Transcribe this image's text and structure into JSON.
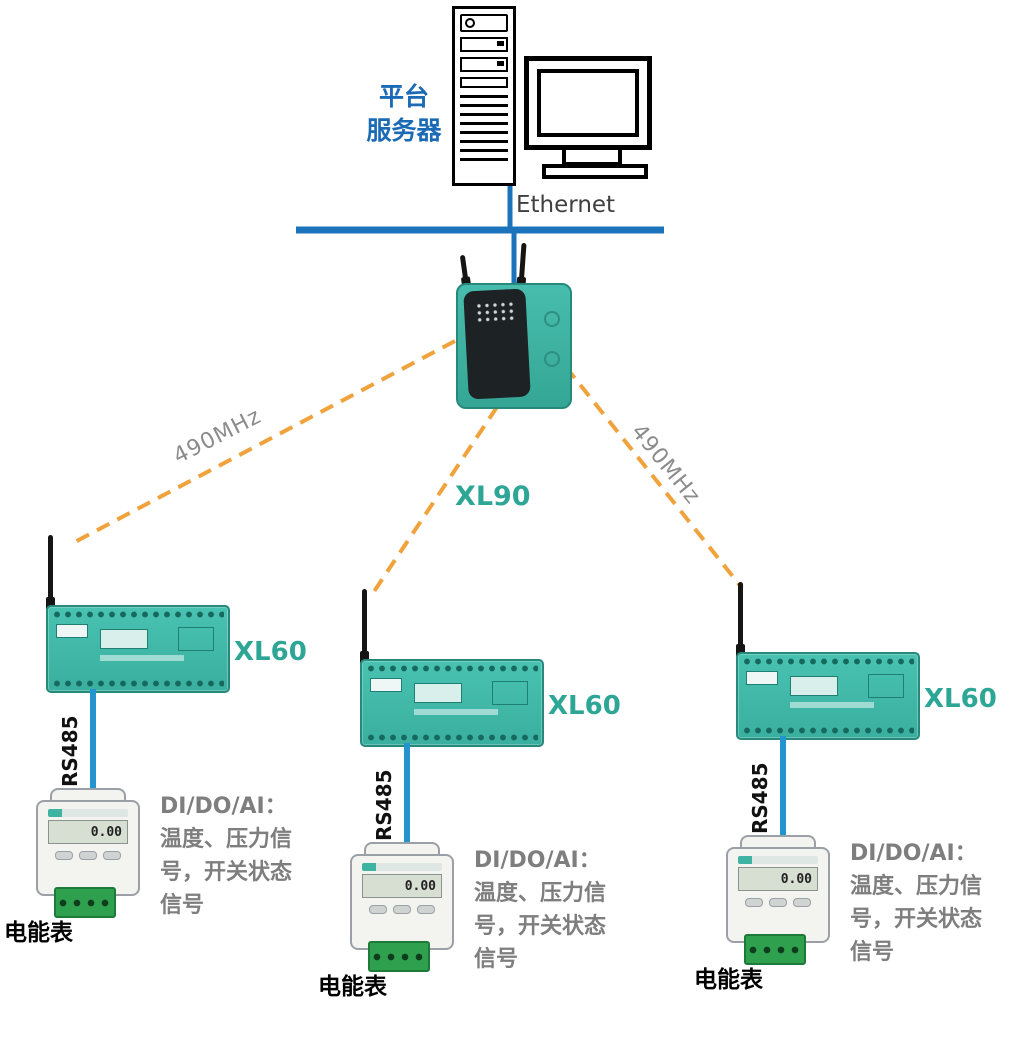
{
  "server": {
    "label": "平台\n服务器"
  },
  "network": {
    "ethernet_label": "Ethernet"
  },
  "gateway": {
    "model": "XL90"
  },
  "wireless": {
    "left_label": "490MHz",
    "right_label": "490MHz"
  },
  "colors": {
    "ethernet_blue": "#1b74bb",
    "rs485_blue": "#2494ce",
    "wireless_orange": "#f0a23c",
    "device_teal": "#3eb7a7",
    "label_teal": "#2ea696"
  },
  "nodes": [
    {
      "model": "XL60",
      "bus_label": "RS485",
      "meter_label": "电能表",
      "meter_display": "0.00",
      "signals": "DI/DO/AI：\n温度、压力信\n号，开关状态\n信号"
    },
    {
      "model": "XL60",
      "bus_label": "RS485",
      "meter_label": "电能表",
      "meter_display": "0.00",
      "signals": "DI/DO/AI：\n温度、压力信\n号，开关状态\n信号"
    },
    {
      "model": "XL60",
      "bus_label": "RS485",
      "meter_label": "电能表",
      "meter_display": "0.00",
      "signals": "DI/DO/AI：\n温度、压力信\n号，开关状态\n信号"
    }
  ]
}
